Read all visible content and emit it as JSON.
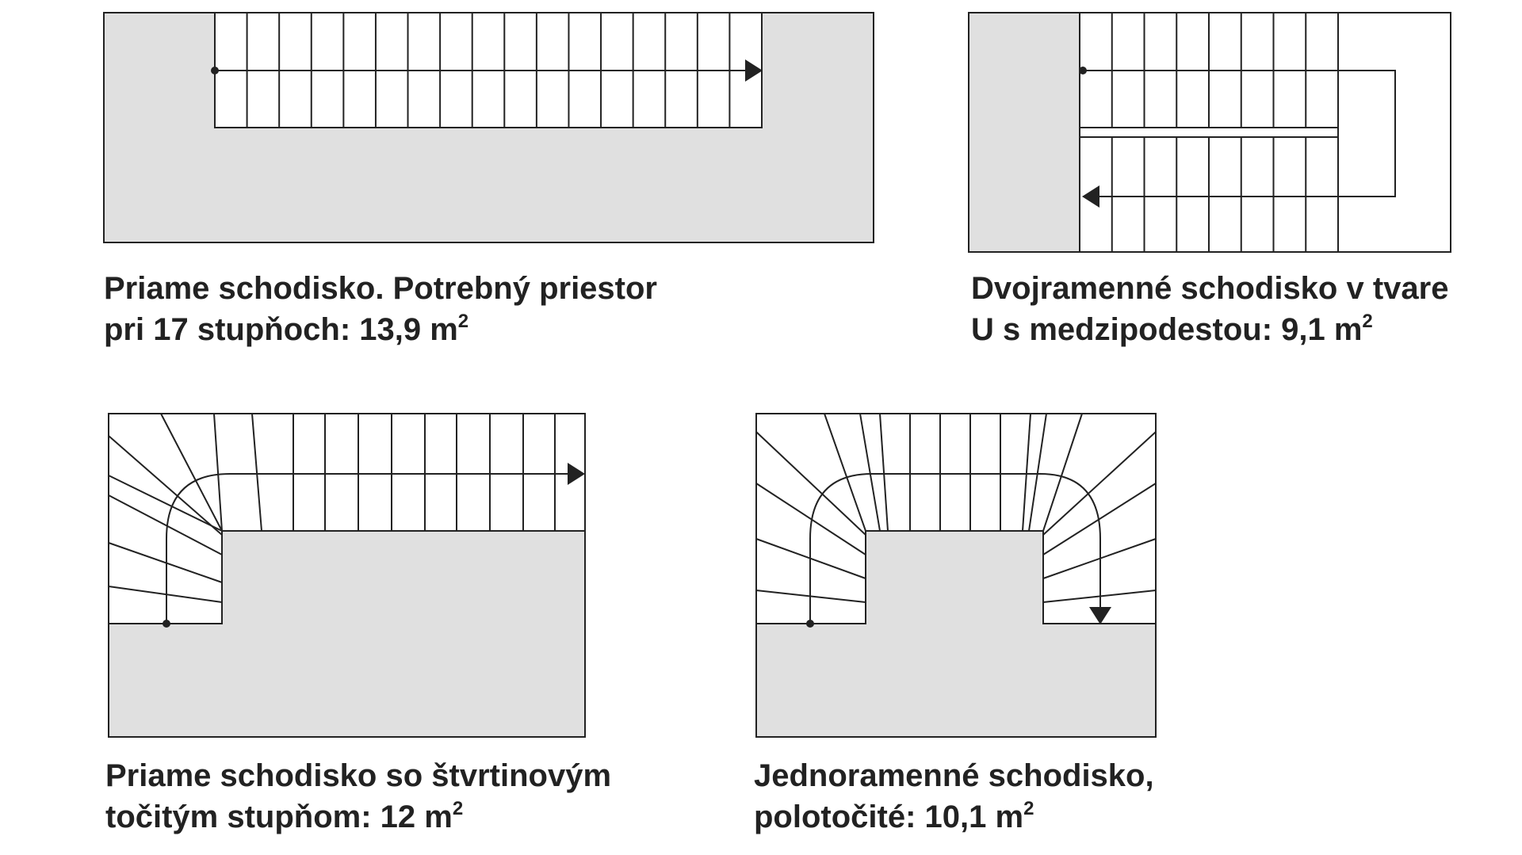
{
  "colors": {
    "floor": "#e0e0e0",
    "line": "#222222",
    "background": "#ffffff"
  },
  "plans": [
    {
      "id": "straight",
      "caption_line1": "Priame schodisko. Potrebný priestor",
      "caption_line2": "pri 17 stupňoch: 13,9 m",
      "unit_sup": "2",
      "steps": 17
    },
    {
      "id": "u-shaped",
      "caption_line1": "Dvojramenné schodisko v tvare",
      "caption_line2": "U s medzipodestou: 9,1 m",
      "unit_sup": "2"
    },
    {
      "id": "quarter-turn",
      "caption_line1": "Priame schodisko so štvrtinovým",
      "caption_line2": "točitým stupňom: 12 m",
      "unit_sup": "2"
    },
    {
      "id": "half-turn",
      "caption_line1": "Jednoramenné schodisko,",
      "caption_line2": "polotočité: 10,1 m",
      "unit_sup": "2"
    }
  ]
}
